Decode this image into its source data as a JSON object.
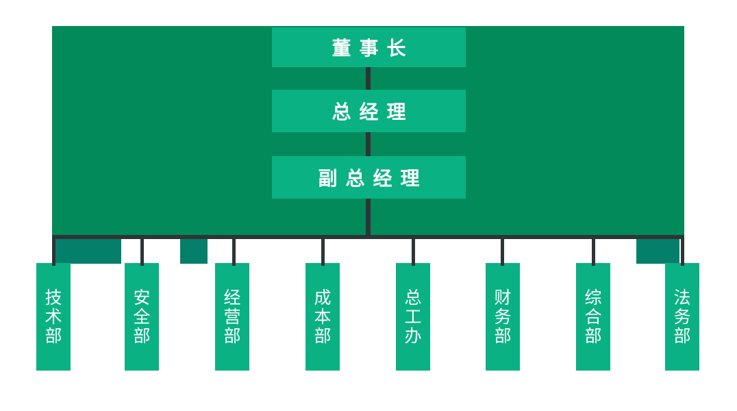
{
  "colors": {
    "background": "#ffffff",
    "panel": "#028a5b",
    "panel_accent": "#04806a",
    "node": "#0ab183",
    "connector": "#2f3436",
    "text": "#ffffff"
  },
  "hierarchy": {
    "executives": [
      {
        "label": "董事长"
      },
      {
        "label": "总经理"
      },
      {
        "label": "副总经理"
      }
    ],
    "departments": [
      {
        "label": "技术部"
      },
      {
        "label": "安全部"
      },
      {
        "label": "经营部"
      },
      {
        "label": "成本部"
      },
      {
        "label": "总工办"
      },
      {
        "label": "财务部"
      },
      {
        "label": "综合部"
      },
      {
        "label": "法务部"
      }
    ]
  },
  "chart_data": {
    "type": "org-tree",
    "chain": [
      "董事长",
      "总经理",
      "副总经理"
    ],
    "departments": [
      "技术部",
      "安全部",
      "经营部",
      "成本部",
      "总工办",
      "财务部",
      "综合部",
      "法务部"
    ]
  }
}
